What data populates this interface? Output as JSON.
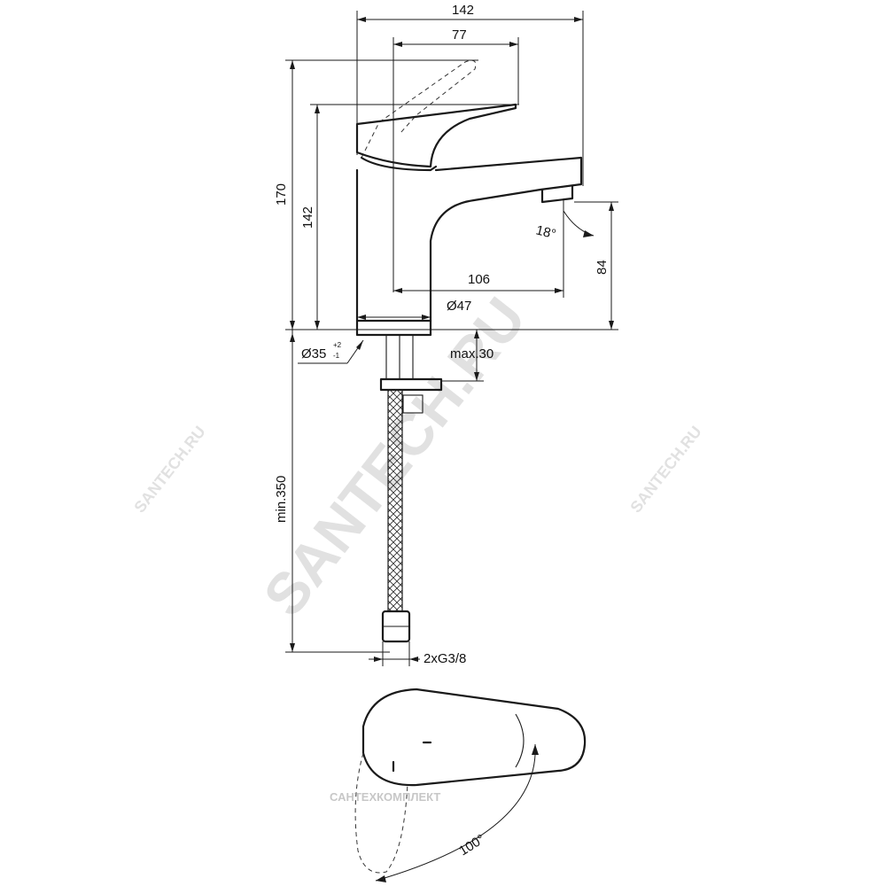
{
  "dimensions": {
    "overall_depth": "142",
    "lever_reach": "77",
    "max_height": "170",
    "body_height": "142",
    "spout_projection": "106",
    "base_diameter": "Ø47",
    "spout_height": "84",
    "spout_angle": "18°",
    "hole_diameter": "Ø35",
    "hole_tol_plus": "+2",
    "hole_tol_minus": "-1",
    "max_deck_thickness": "max.30",
    "hose_length": "min.350",
    "connection": "2xG3/8",
    "lever_rotation": "100°"
  },
  "watermarks": {
    "main": "SANTECH.RU",
    "side": "SANTECH.RU",
    "company": "САНТЕХКОМПЛЕКТ"
  }
}
